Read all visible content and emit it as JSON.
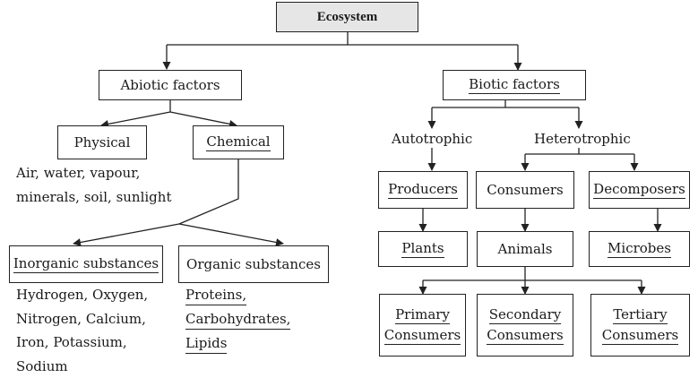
{
  "root": "Ecosystem",
  "abiotic": {
    "title": "Abiotic factors",
    "physical": "Physical",
    "chemical": "Chemical",
    "physical_examples": [
      "Air, water, vapour,",
      "minerals, soil, sunlight"
    ],
    "inorganic": "Inorganic substances",
    "organic": "Organic substances",
    "inorganic_examples": [
      "Hydrogen, Oxygen,",
      "Nitrogen, Calcium,",
      "Iron, Potassium,",
      "Sodium"
    ],
    "organic_examples": [
      "Proteins,",
      "Carbohydrates,",
      "Lipids"
    ]
  },
  "biotic": {
    "title": "Biotic factors",
    "autotrophic": "Autotrophic",
    "heterotrophic": "Heterotrophic",
    "producers": "Producers",
    "consumers": "Consumers",
    "decomposers": "Decomposers",
    "plants": "Plants",
    "animals": "Animals",
    "microbes": "Microbes",
    "primary": [
      "Primary",
      "Consumers"
    ],
    "secondary": [
      "Secondary",
      "Consumers"
    ],
    "tertiary": [
      "Tertiary",
      "Consumers"
    ]
  }
}
